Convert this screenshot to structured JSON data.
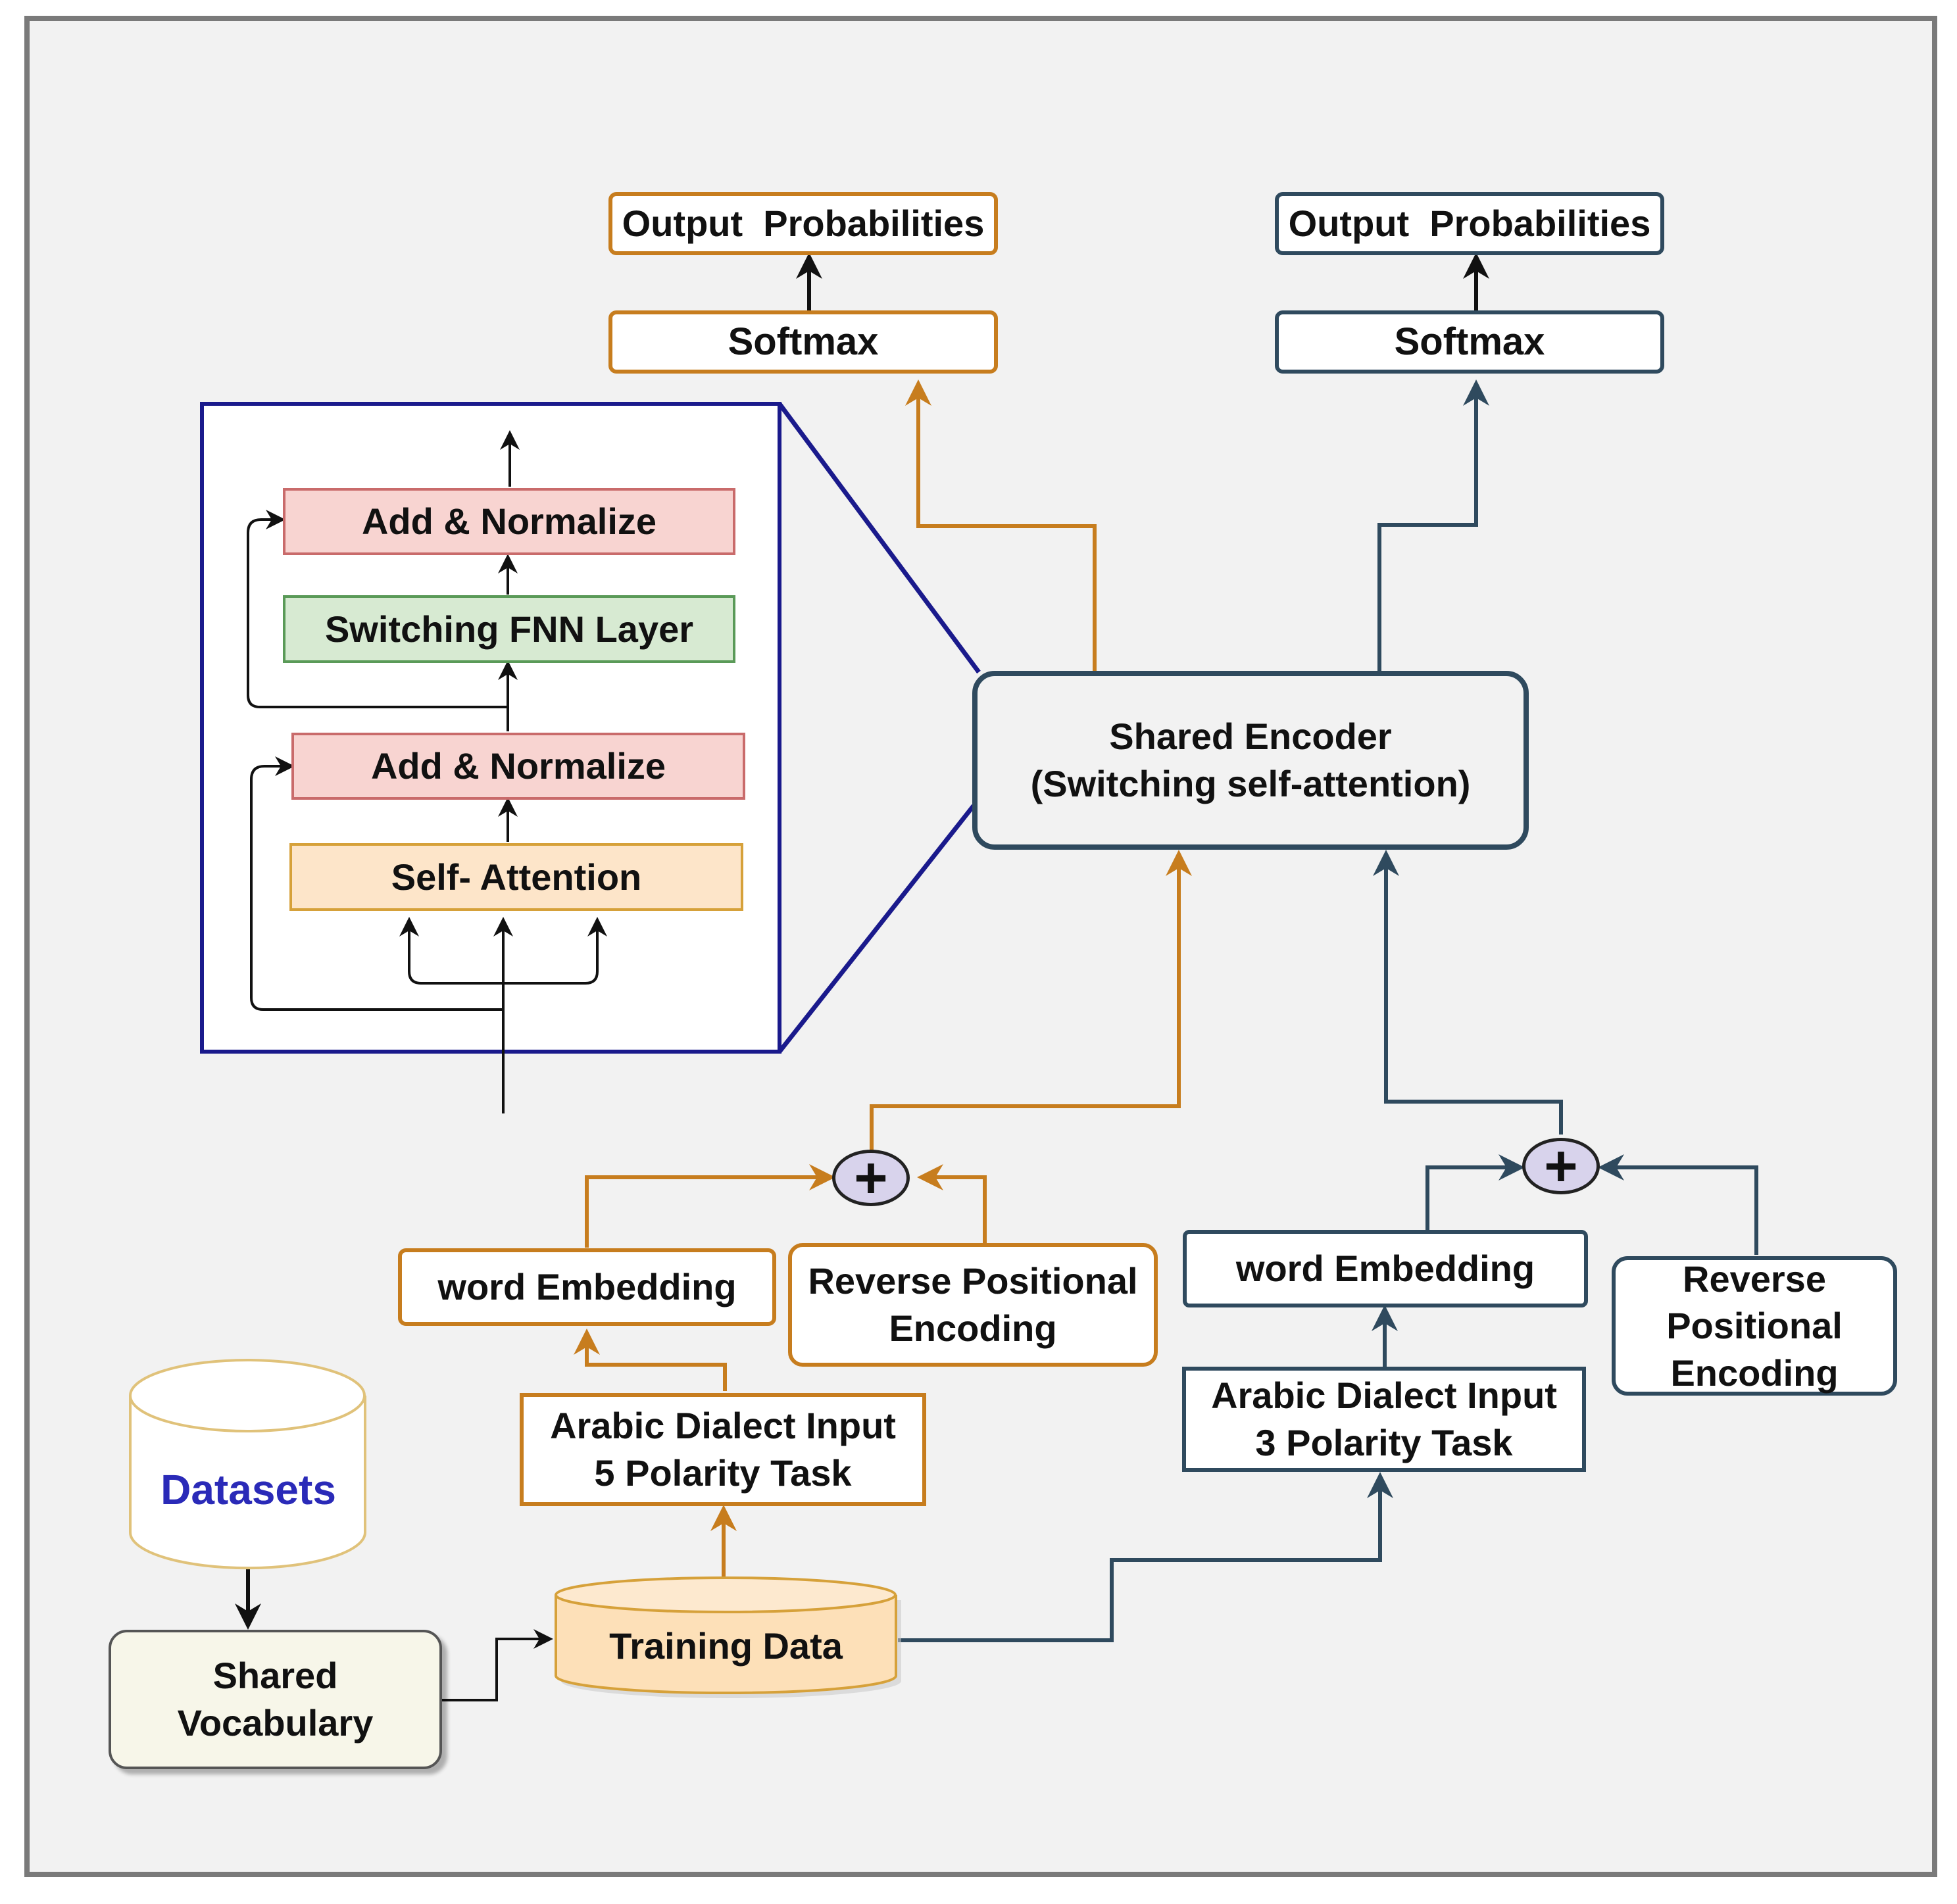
{
  "diagram": {
    "left_head": {
      "output": "Output  Probabilities",
      "softmax": "Softmax"
    },
    "right_head": {
      "output": "Output  Probabilities",
      "softmax": "Softmax"
    },
    "encoder_detail": {
      "add_norm_top": "Add & Normalize",
      "switching_fnn": "Switching FNN Layer",
      "add_norm_bottom": "Add & Normalize",
      "self_attention": "Self- Attention"
    },
    "shared_encoder": {
      "line1": "Shared Encoder",
      "line2": "(Switching self-attention)"
    },
    "left_branch": {
      "plus": "+",
      "word_embedding": "word Embedding",
      "reverse_pe_line1": "Reverse Positional",
      "reverse_pe_line2": "Encoding",
      "input_line1": "Arabic Dialect Input",
      "input_line2": "5 Polarity Task"
    },
    "right_branch": {
      "plus": "+",
      "word_embedding": "word Embedding",
      "reverse_pe_line1": "Reverse",
      "reverse_pe_line2": "Positional",
      "reverse_pe_line3": "Encoding",
      "input_line1": "Arabic Dialect Input",
      "input_line2": "3 Polarity Task"
    },
    "datasets": "Datasets",
    "shared_vocabulary_line1": "Shared",
    "shared_vocabulary_line2": "Vocabulary",
    "training_data": "Training Data"
  },
  "colors": {
    "orange": "#c77d1e",
    "navy": "#2f4a5e",
    "detail_frame": "#1a1a8c",
    "datasets_text": "#2a2ab8"
  }
}
